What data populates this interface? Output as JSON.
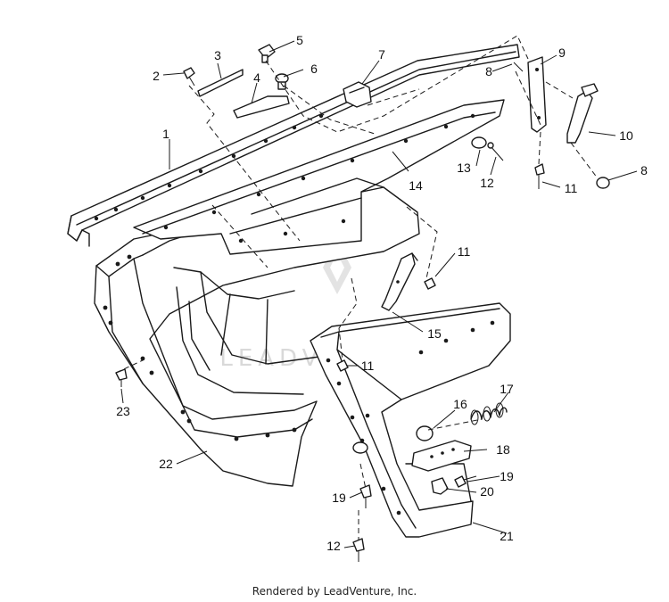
{
  "parts": [
    {
      "id": "1",
      "label": "1"
    },
    {
      "id": "2",
      "label": "2"
    },
    {
      "id": "3",
      "label": "3"
    },
    {
      "id": "4",
      "label": "4"
    },
    {
      "id": "5",
      "label": "5"
    },
    {
      "id": "6",
      "label": "6"
    },
    {
      "id": "7",
      "label": "7"
    },
    {
      "id": "8a",
      "label": "8"
    },
    {
      "id": "8b",
      "label": "8"
    },
    {
      "id": "9",
      "label": "9"
    },
    {
      "id": "10",
      "label": "10"
    },
    {
      "id": "11a",
      "label": "11"
    },
    {
      "id": "11b",
      "label": "11"
    },
    {
      "id": "11c",
      "label": "11"
    },
    {
      "id": "12a",
      "label": "12"
    },
    {
      "id": "12b",
      "label": "12"
    },
    {
      "id": "13",
      "label": "13"
    },
    {
      "id": "14",
      "label": "14"
    },
    {
      "id": "15",
      "label": "15"
    },
    {
      "id": "16",
      "label": "16"
    },
    {
      "id": "17",
      "label": "17"
    },
    {
      "id": "18",
      "label": "18"
    },
    {
      "id": "19a",
      "label": "19"
    },
    {
      "id": "19b",
      "label": "19"
    },
    {
      "id": "20",
      "label": "20"
    },
    {
      "id": "21",
      "label": "21"
    },
    {
      "id": "22",
      "label": "22"
    },
    {
      "id": "23",
      "label": "23"
    }
  ],
  "watermark": "LEADVENTURE",
  "footer": "Rendered by LeadVenture, Inc."
}
